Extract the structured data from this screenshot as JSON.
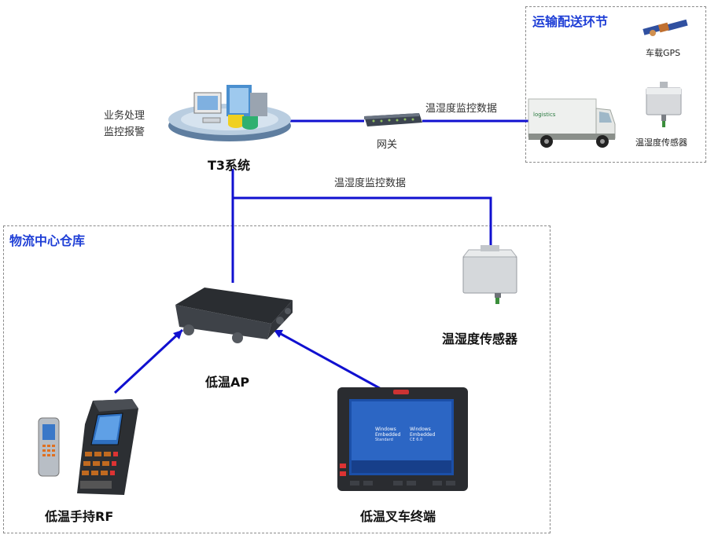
{
  "zones": {
    "transport": {
      "title": "运输配送环节"
    },
    "warehouse": {
      "title": "物流中心仓库"
    }
  },
  "nodes": {
    "t3_system": {
      "label": "T3系统"
    },
    "business_label_line1": "业务处理",
    "business_label_line2": "监控报警",
    "gateway": {
      "label": "网关"
    },
    "vehicle_gps": {
      "label": "车载GPS"
    },
    "truck_sensor": {
      "label": "温湿度传感器"
    },
    "warehouse_sensor": {
      "label": "温湿度传感器"
    },
    "low_temp_ap": {
      "label": "低温AP"
    },
    "handheld_rf": {
      "label": "低温手持RF"
    },
    "forklift_terminal": {
      "label": "低温叉车终端"
    }
  },
  "links": {
    "gateway_to_truck": "温湿度监控数据",
    "sensor_to_t3": "温湿度监控数据"
  },
  "screen": {
    "line1": "Windows",
    "line2": "Embedded",
    "line3": "Standard",
    "line4": "CE 6.0"
  },
  "colors": {
    "link": "#1010d0",
    "zone_title": "#1f3fd6"
  }
}
